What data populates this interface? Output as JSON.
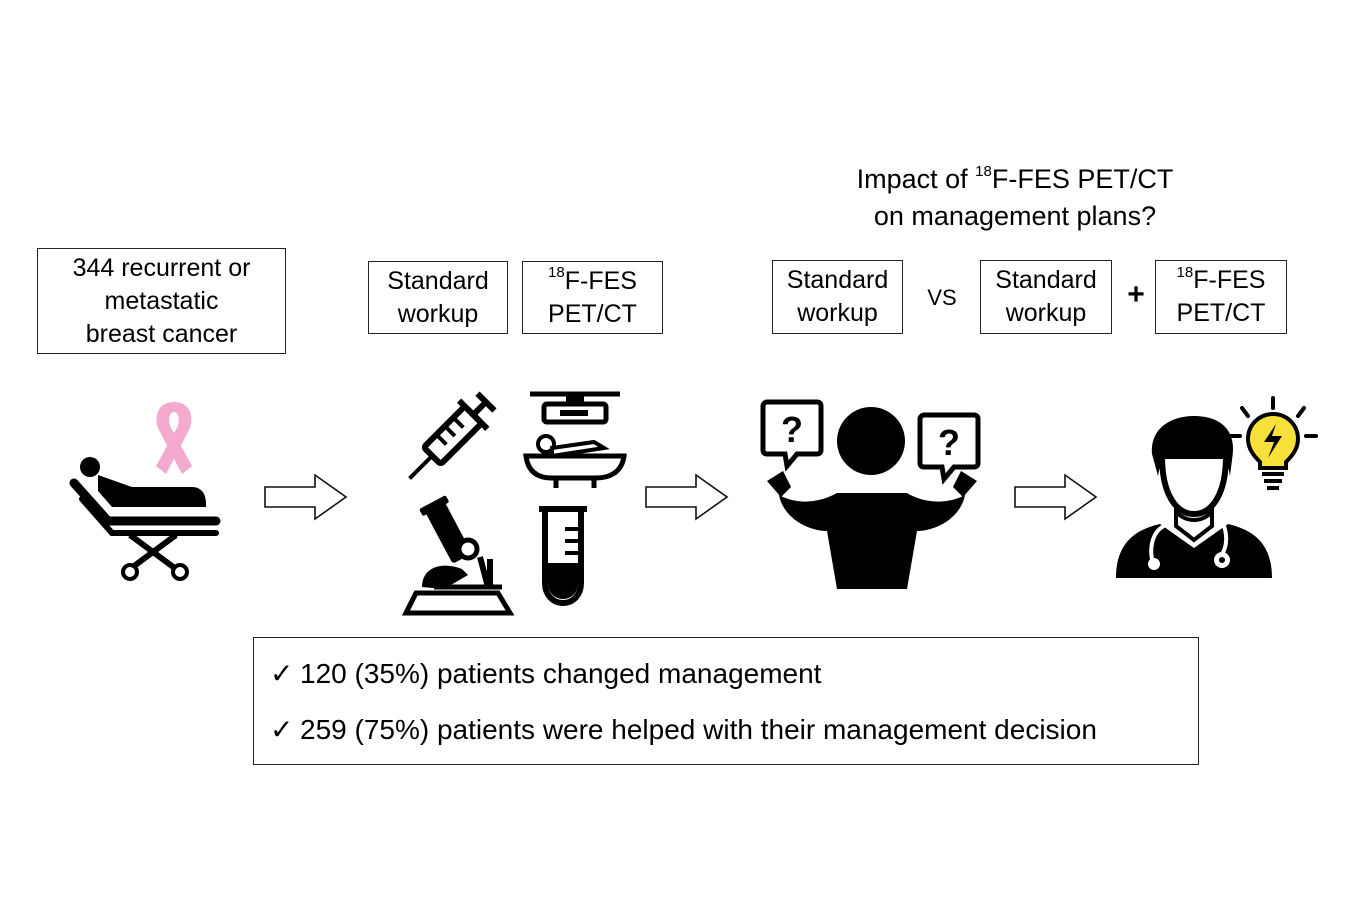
{
  "patients_box": {
    "line1": "344 recurrent or",
    "line2": "metastatic",
    "line3": "breast cancer"
  },
  "workup_pair": {
    "standard": {
      "line1": "Standard",
      "line2": "workup"
    },
    "fes": {
      "sup": "18",
      "line1": "F-FES",
      "line2": "PET/CT"
    }
  },
  "question": {
    "prefix": "Impact of ",
    "sup": "18",
    "rest": "F-FES PET/CT",
    "line2": "on management plans?"
  },
  "comparison": {
    "left": {
      "line1": "Standard",
      "line2": "workup"
    },
    "vs": "VS",
    "middle": {
      "line1": "Standard",
      "line2": "workup"
    },
    "plus": "+",
    "right": {
      "sup": "18",
      "line1": "F-FES",
      "line2": "PET/CT"
    }
  },
  "results": {
    "check": "✓",
    "line1": "120 (35%) patients changed management",
    "line2": "259 (75%) patients were helped with their management decision"
  },
  "colors": {
    "ribbon": "#f4a9cf",
    "bulb": "#f7e03a",
    "icon": "#000000"
  },
  "icons": [
    "patient-stretcher-icon",
    "awareness-ribbon-icon",
    "syringe-icon",
    "pet-scanner-icon",
    "microscope-icon",
    "test-tube-icon",
    "confused-person-icon",
    "question-bubble-icon",
    "doctor-icon",
    "lightbulb-icon",
    "arrow-right-icon"
  ]
}
